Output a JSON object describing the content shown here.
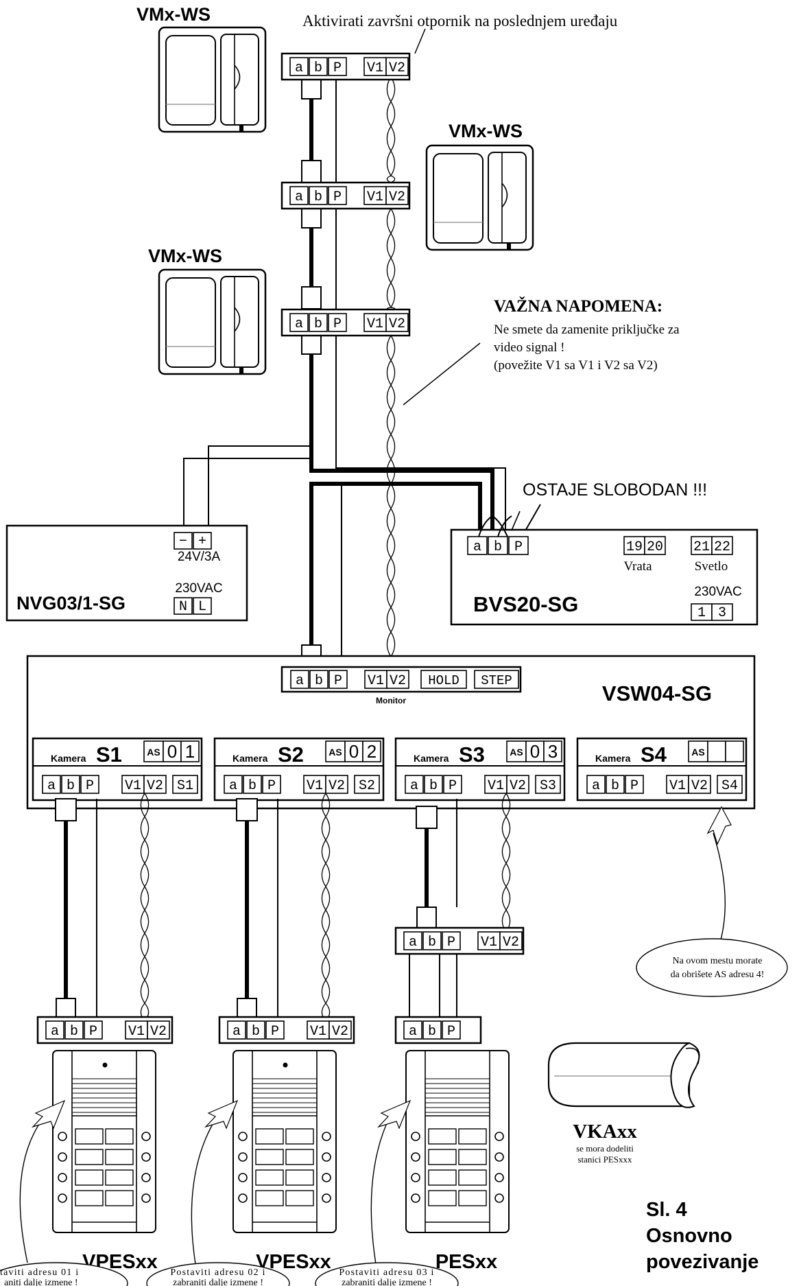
{
  "terminal_labels": {
    "a": "a",
    "b": "b",
    "p": "P",
    "v1": "V1",
    "v2": "V2",
    "hold": "HOLD",
    "step": "STEP",
    "minus": "−",
    "plus": "+",
    "n": "N",
    "l": "L",
    "t19": "19",
    "t20": "20",
    "t21": "21",
    "t22": "22",
    "t1": "1",
    "t3": "3",
    "as": "AS",
    "s1": "S1",
    "s2": "S2",
    "s3": "S3",
    "s4": "S4"
  },
  "monitors": {
    "title": "VMx-WS",
    "top_note": "Aktivirati završni otpornik na poslednjem uređaju"
  },
  "important_note": {
    "title": "VAŽNA NAPOMENA:",
    "line1": "Ne smete da zamenite priključke za",
    "line2": "video signal !",
    "line3": "(povežite V1 sa V1 i V2 sa V2)"
  },
  "free_note": "OSTAJE SLOBODAN !!!",
  "psu": {
    "name": "NVG03/1-SG",
    "out_rating": "24V/3A",
    "in_rating": "230VAC"
  },
  "bvs": {
    "name": "BVS20-SG",
    "door_label": "Vrata",
    "light_label": "Svetlo",
    "in_rating": "230VAC"
  },
  "switch": {
    "name": "VSW04-SG",
    "monitor_label": "Monitor",
    "camera_word": "Kamera",
    "cameras": [
      {
        "label": "S1",
        "as_d1": "0",
        "as_d2": "1"
      },
      {
        "label": "S2",
        "as_d1": "0",
        "as_d2": "2"
      },
      {
        "label": "S3",
        "as_d1": "0",
        "as_d2": "3"
      },
      {
        "label": "S4",
        "as_d1": "",
        "as_d2": ""
      }
    ]
  },
  "s4_note": {
    "line1": "Na ovom mestu morate",
    "line2": "da obrišete AS adresu 4!"
  },
  "panels": [
    {
      "name": "VPESxx",
      "note1": "taviti adresu 01 i",
      "note2": "aniti dalje izmene !"
    },
    {
      "name": "VPESxx",
      "note1": "Postaviti adresu 02 i",
      "note2": "zabraniti dalje izmene !"
    },
    {
      "name": "PESxx",
      "note1": "Postaviti adresu 03 i",
      "note2": "zabraniti dalje izmene !"
    }
  ],
  "vka": {
    "name": "VKAxx",
    "line1": "se mora dodeliti",
    "line2": "stanici PESxxx"
  },
  "figure": {
    "line1": "Sl. 4",
    "line2": "Osnovno",
    "line3": "povezivanje"
  }
}
